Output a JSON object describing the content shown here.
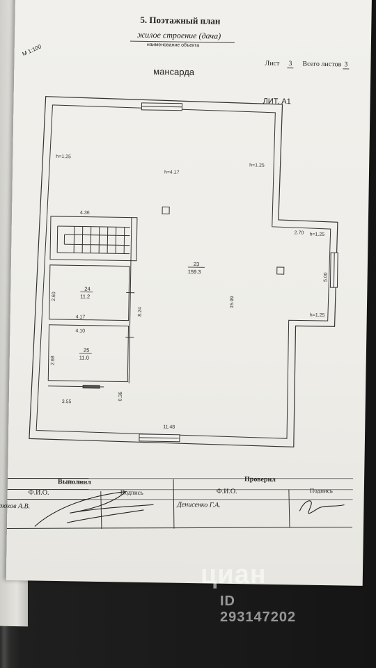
{
  "header": {
    "title": "5. Поэтажный план",
    "object_name": "жилое строение (дача)",
    "object_caption": "наименование объекта",
    "scale": "М 1:100",
    "sheet_label": "Лист",
    "sheet_number": "3",
    "total_label": "Всего листов",
    "total_number": "3"
  },
  "floor_label": "мансарда",
  "building_letter": "ЛИТ. А1",
  "heights": [
    "h=1.25",
    "h=4.17",
    "h=1.25",
    "h=1.25",
    "h=1.25"
  ],
  "dimensions": [
    "4.36",
    "2.70",
    "5.00",
    "2.60",
    "4.17",
    "8.24",
    "15.99",
    "4.10",
    "2.68",
    "3.55",
    "0.36",
    "11.48"
  ],
  "rooms": [
    {
      "number": "23",
      "area": "159.3"
    },
    {
      "number": "24",
      "area": "11.2"
    },
    {
      "number": "25",
      "area": "11.0"
    }
  ],
  "stamp": {
    "performed_header": "Выполнил",
    "checked_header": "Проверил",
    "fio_label": "Ф.И.О.",
    "signature_label": "Подпись",
    "performer_name": "Брюхов А.В.",
    "checker_name": "Денисенко Г.А."
  },
  "watermark": {
    "logo": "циан",
    "id": "ID 293147202"
  }
}
